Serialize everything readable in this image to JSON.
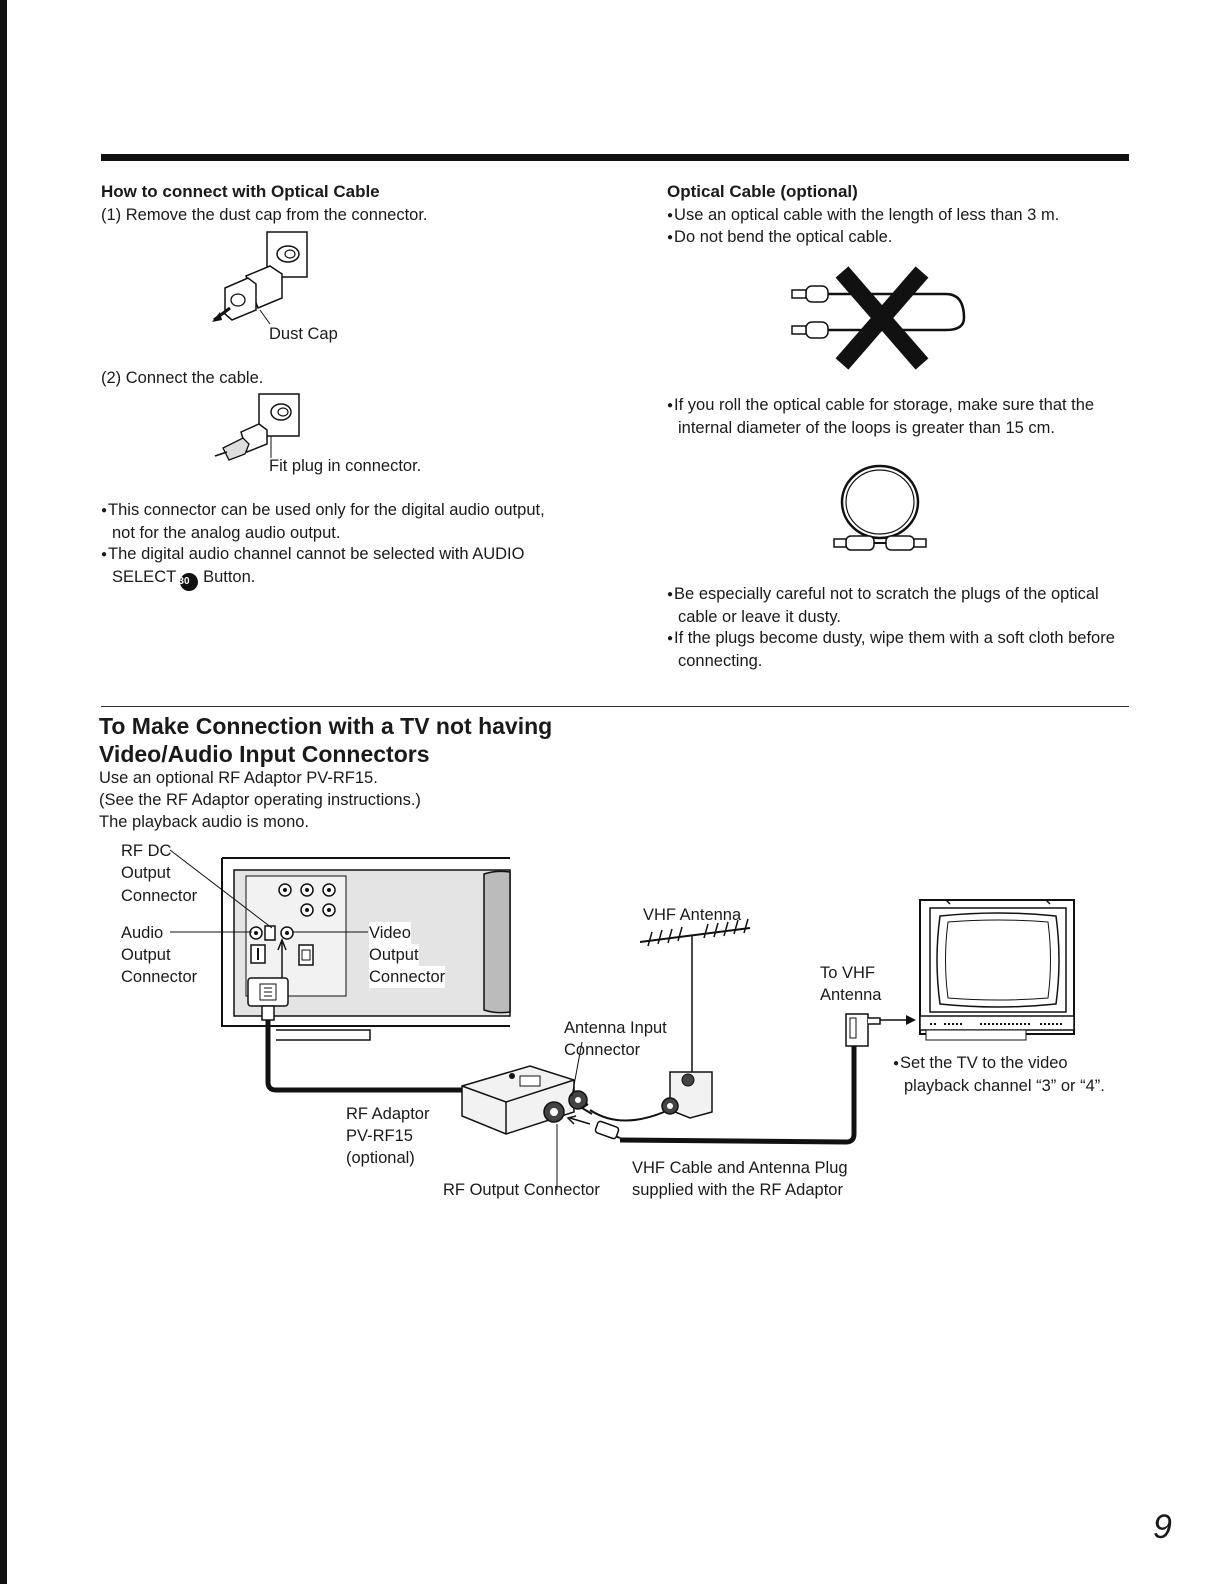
{
  "left": {
    "heading": "How to connect with Optical Cable",
    "step1": "(1) Remove the dust cap from the connector.",
    "dust_cap_label": "Dust Cap",
    "step2": "(2) Connect the cable.",
    "fit_plug_label": "Fit plug in connector.",
    "bullet1": "This connector can be used only for the digital audio output, not for the analog audio output.",
    "bullet2_before": "The digital audio channel cannot be selected with AUDIO SELECT",
    "bullet2_badge": "30",
    "bullet2_after": "Button."
  },
  "right": {
    "heading": "Optical Cable (optional)",
    "bullet1": "Use an optical cable with the length of less than 3 m.",
    "bullet2": "Do not bend the optical cable.",
    "bullet3": "If you roll the optical cable for storage, make sure that the internal diameter of the loops is greater than 15 cm.",
    "bullet4": "Be especially careful not to scratch the plugs of the optical cable or leave it dusty.",
    "bullet5": "If the plugs become dusty, wipe them with a soft cloth before connecting."
  },
  "tv_section": {
    "title_line1": "To Make Connection with a TV not having",
    "title_line2": "Video/Audio Input Connectors",
    "line1": "Use an optional RF Adaptor PV-RF15.",
    "line2": "(See the RF Adaptor operating instructions.)",
    "line3": "The playback audio is mono.",
    "labels": {
      "rf_dc_1": "RF DC",
      "rf_dc_2": "Output",
      "rf_dc_3": "Connector",
      "audio_1": "Audio",
      "audio_2": "Output",
      "audio_3": "Connector",
      "video_1": "Video",
      "video_2": "Output",
      "video_3": "Connector",
      "vhf_antenna": "VHF Antenna",
      "to_vhf_1": "To VHF",
      "to_vhf_2": "Antenna",
      "antenna_input_1": "Antenna Input",
      "antenna_input_2": "Connector",
      "rf_adaptor_1": "RF Adaptor",
      "rf_adaptor_2": "PV-RF15",
      "rf_adaptor_3": "(optional)",
      "rf_output": "RF Output Connector",
      "vhf_cable_1": "VHF Cable and Antenna Plug",
      "vhf_cable_2": "supplied with the RF Adaptor",
      "set_tv_1": "Set the TV to the video",
      "set_tv_2": "playback channel “3” or “4”."
    }
  },
  "page_number": "9"
}
